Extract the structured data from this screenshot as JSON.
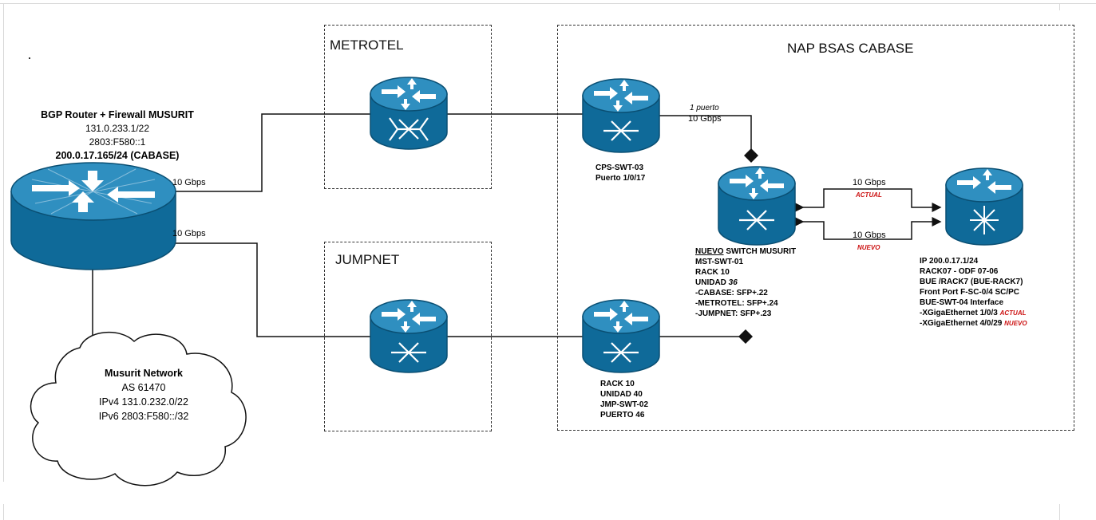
{
  "groups": {
    "metrotel": "METROTEL",
    "jumpnet": "JUMPNET",
    "nap": "NAP BSAS CABASE"
  },
  "bgp_router": {
    "title": "BGP Router + Firewall MUSURIT",
    "ip1": "131.0.233.1/22",
    "ip2": "2803:F580::1",
    "ip3": "200.0.17.165/24 (CABASE)"
  },
  "musurit_network": {
    "title": "Musurit Network",
    "as": "AS 61470",
    "ipv4": "IPv4 131.0.232.0/22",
    "ipv6": "IPv6 2803:F580::/32"
  },
  "links": {
    "upper_speed": "10 Gbps",
    "lower_speed": "10 Gbps",
    "cps_port_count": "1 puerto",
    "cps_speed": "10 Gbps",
    "actual_speed": "10 Gbps",
    "actual_tag": "ACTUAL",
    "nuevo_speed": "10 Gbps",
    "nuevo_tag": "NUEVO"
  },
  "cps_switch": {
    "name": "CPS-SWT-03",
    "port": "Puerto 1/0/17"
  },
  "jmp_switch": {
    "rack": "RACK 10",
    "unit": "UNIDAD 40",
    "name": "JMP-SWT-02",
    "port": "PUERTO 46"
  },
  "new_switch": {
    "title_underlined": "NUEVO",
    "title_rest": " SWITCH MUSURIT",
    "name": "MST-SWT-01",
    "rack": "RACK 10",
    "unit_label": "UNIDAD ",
    "unit_value": "36",
    "cabase": "-CABASE: SFP+.22",
    "metrotel": "-METROTEL: SFP+.24",
    "jumpnet": "-JUMPNET: SFP+.23"
  },
  "cabase_router": {
    "ip": "IP 200.0.17.1/24",
    "rack": "RACK07 - ODF 07-06",
    "bue": "BUE /RACK7 (BUE-RACK7)",
    "front_port": "Front Port F-SC-0/4 SC/PC",
    "interface": "BUE-SWT-04 Interface",
    "iface_actual": "-XGigaEthernet 1/0/3 ",
    "iface_actual_tag": "ACTUAL",
    "iface_nuevo": "-XGigaEthernet 4/0/29 ",
    "iface_nuevo_tag": "NUEVO"
  },
  "colors": {
    "device_fill": "#0f6a99",
    "device_top": "#2f8fc0",
    "line": "#111111",
    "tag_red": "#cc1111"
  }
}
